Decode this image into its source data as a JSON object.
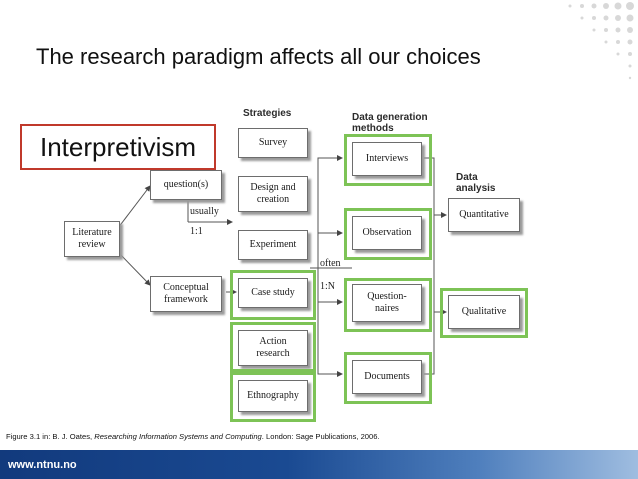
{
  "slide": {
    "title": "The research paradigm affects all our choices",
    "overlay_label": "Interpretivism",
    "caption": {
      "prefix": "Figure 3.1 in: B. J. Oates, ",
      "book": "Researching Information Systems and Computing",
      "suffix": ". London: Sage Publications, 2006."
    },
    "footer_url": "www.ntnu.no"
  },
  "diagram": {
    "headers": {
      "strategies": "Strategies",
      "data_generation": "Data generation\nmethods",
      "data_analysis": "Data\nanalysis"
    },
    "nodes": {
      "literature_review": "Literature\nreview",
      "research_question": "question(s)",
      "conceptual_framework": "Conceptual\nframework",
      "survey": "Survey",
      "design_creation": "Design and\ncreation",
      "experiment": "Experiment",
      "case_study": "Case study",
      "action_research": "Action\nresearch",
      "ethnography": "Ethnography",
      "interviews": "Interviews",
      "observation": "Observation",
      "questionnaires": "Question-\nnaires",
      "documents": "Documents",
      "quantitative": "Quantitative",
      "qualitative": "Qualitative"
    },
    "labels": {
      "usually": "usually",
      "ratio_1_1": "1:1",
      "often": "often",
      "ratio_1_n": "1:N"
    },
    "highlight_color": "#7dc356",
    "overlay_border_color": "#c0392b"
  }
}
